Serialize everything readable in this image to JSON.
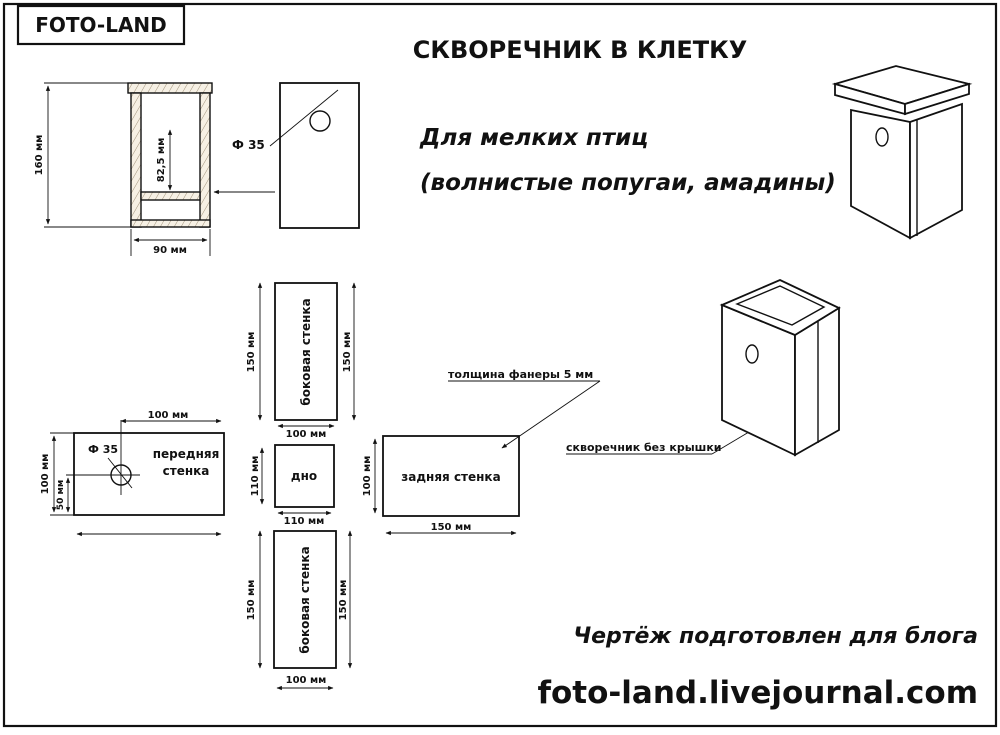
{
  "brand": "FOTO-LAND",
  "title": "СКВОРЕЧНИК В КЛЕТКУ",
  "subtitle_line1": "Для мелких птиц",
  "subtitle_line2": "(волнистые попугаи, амадины)",
  "footer_line1": "Чертёж подготовлен для блога",
  "footer_line2": "foto-land.livejournal.com",
  "section_view": {
    "height_label": "160 мм",
    "floor_height_label": "82,5 мм",
    "width_label": "90 мм"
  },
  "front_view": {
    "hole_label": "Ф 35"
  },
  "parts": {
    "side_top": {
      "name": "боковая стенка",
      "height_left": "150 мм",
      "height_right": "150 мм",
      "width": "100 мм"
    },
    "front": {
      "name_line1": "передняя",
      "name_line2": "стенка",
      "offset": "100 мм",
      "height": "100 мм",
      "hole_height": "50 мм",
      "hole_label": "Ф 35"
    },
    "bottom": {
      "name": "дно",
      "height": "110 мм",
      "width": "110 мм"
    },
    "back": {
      "name": "задняя стенка",
      "height": "100 мм",
      "width": "150 мм"
    },
    "side_bottom": {
      "name": "боковая стенка",
      "height_left": "150 мм",
      "height_right": "150 мм",
      "width": "100 мм"
    }
  },
  "notes": {
    "plywood": "толщина фанеры 5 мм",
    "no_roof": "скворечник без крышки"
  }
}
